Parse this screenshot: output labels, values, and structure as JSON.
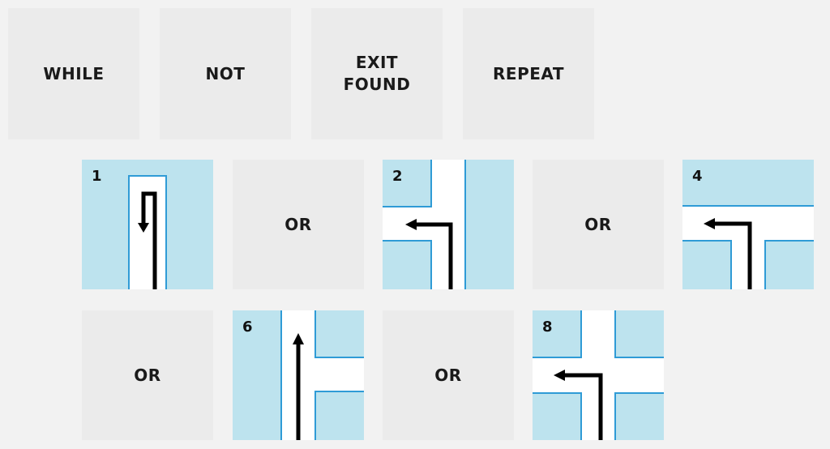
{
  "keywords": [
    "WHILE",
    "NOT",
    "EXIT\nFOUND",
    "REPEAT"
  ],
  "separators": [
    "OR",
    "OR",
    "OR",
    "OR"
  ],
  "tiles": [
    {
      "number": "1",
      "name": "dead-end"
    },
    {
      "number": "2",
      "name": "left-turn-right-wall"
    },
    {
      "number": "4",
      "name": "t-junction-turn-left"
    },
    {
      "number": "6",
      "name": "straight-with-right-opening"
    },
    {
      "number": "8",
      "name": "crossroads-turn-left"
    }
  ],
  "colors": {
    "water": "#bde3ee",
    "wall_line": "#2f9bd6",
    "path": "#ffffff",
    "arrow": "#000000",
    "card": "#ebebeb",
    "background": "#f2f2f2"
  }
}
